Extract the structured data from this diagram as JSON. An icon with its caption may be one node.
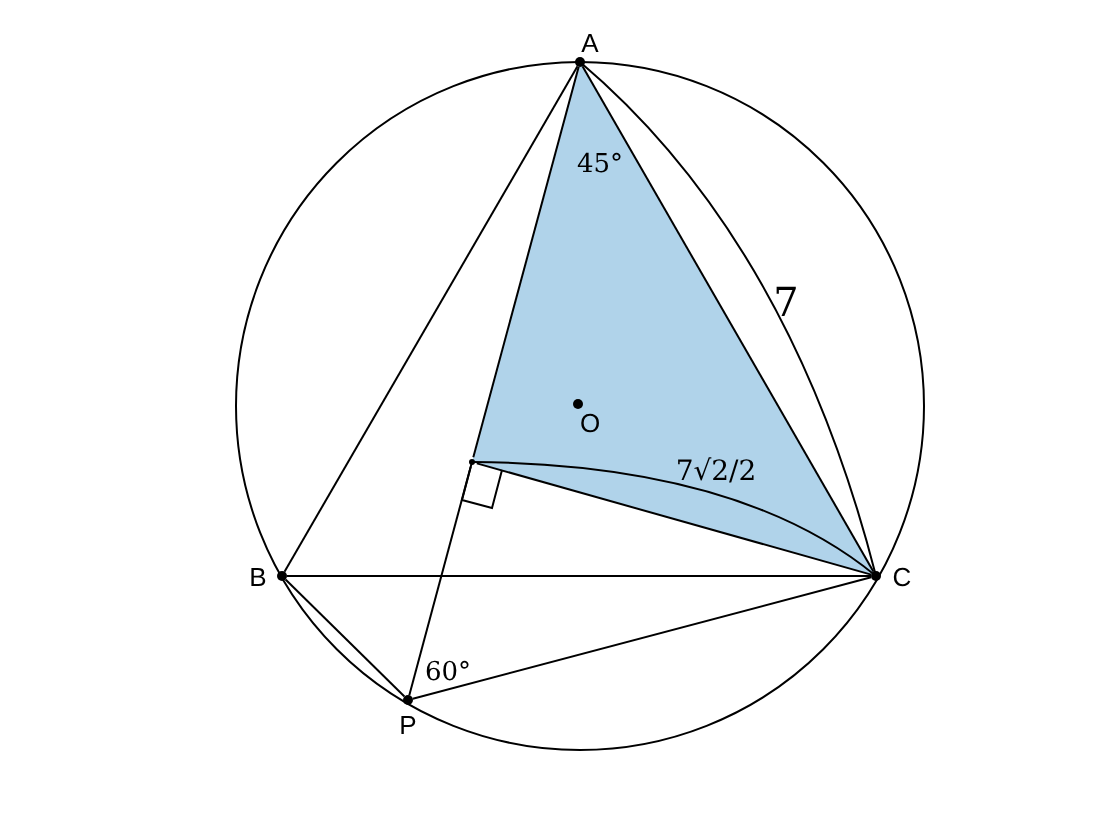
{
  "diagram": {
    "nodes": [
      {
        "text": [
          "A"
        ]
      },
      {
        "text": [
          "B"
        ]
      },
      {
        "text": [
          "C"
        ]
      },
      {
        "text": [
          "P"
        ]
      },
      {
        "text": [
          "O"
        ]
      },
      {
        "text": [],
        "shape": "point"
      }
    ],
    "edges": [
      {
        "from": 0,
        "to": 1,
        "arrow": "none"
      },
      {
        "from": 0,
        "to": 2,
        "arrow": "none"
      },
      {
        "from": 1,
        "to": 2,
        "arrow": "none"
      },
      {
        "from": 1,
        "to": 3,
        "arrow": "none"
      },
      {
        "from": 3,
        "to": 2,
        "arrow": "none"
      },
      {
        "from": 0,
        "to": 5,
        "arrow": "none"
      },
      {
        "from": 5,
        "to": 3,
        "arrow": "none"
      },
      {
        "from": 5,
        "to": 2,
        "arrow": "none"
      }
    ],
    "labels": [
      "45°",
      "7",
      "7√2/2",
      "60°"
    ]
  }
}
